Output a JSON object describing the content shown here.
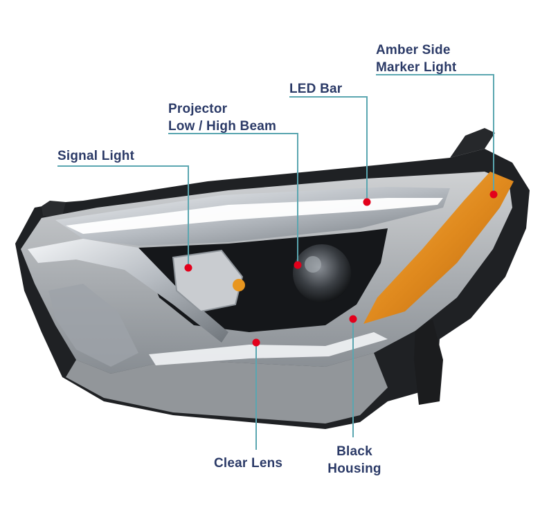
{
  "colors": {
    "label_text": "#2b3a67",
    "leader_line": "#5aa6b0",
    "marker_dot": "#e3001b",
    "amber": "#e08a1e",
    "housing": "#2a2a2a",
    "lens": "#d9dcdf",
    "chrome": "#c7ccd1"
  },
  "callouts": {
    "amber_side_marker": {
      "line1": "Amber Side",
      "line2": "Marker Light"
    },
    "led_bar": {
      "line1": "LED Bar"
    },
    "projector": {
      "line1": "Projector",
      "line2": "Low / High Beam"
    },
    "signal_light": {
      "line1": "Signal Light"
    },
    "clear_lens": {
      "line1": "Clear Lens"
    },
    "black_housing": {
      "line1": "Black",
      "line2": "Housing"
    }
  }
}
